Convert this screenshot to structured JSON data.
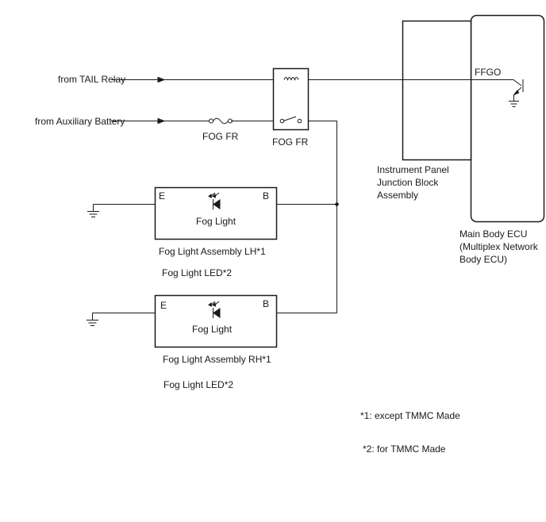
{
  "inputs": {
    "tail_relay": "from TAIL Relay",
    "aux_battery": "from Auxiliary Battery"
  },
  "fuse": {
    "label": "FOG FR"
  },
  "relay": {
    "label": "FOG FR"
  },
  "junction_block": {
    "name_lines": [
      "Instrument Panel",
      "Junction Block",
      "Assembly"
    ]
  },
  "main_body_ecu": {
    "terminal": "FFGO",
    "name_lines": [
      "Main Body ECU",
      "(Multiplex Network",
      "Body ECU)"
    ]
  },
  "fog_lh": {
    "terminal_e": "E",
    "terminal_b": "B",
    "inner_label": "Fog Light",
    "assembly_label": "Fog Light Assembly LH*1",
    "led_label": "Fog Light LED*2"
  },
  "fog_rh": {
    "terminal_e": "E",
    "terminal_b": "B",
    "inner_label": "Fog Light",
    "assembly_label": "Fog Light Assembly RH*1",
    "led_label": "Fog Light LED*2"
  },
  "notes": {
    "note1": "*1: except TMMC Made",
    "note2": "*2: for TMMC Made"
  }
}
